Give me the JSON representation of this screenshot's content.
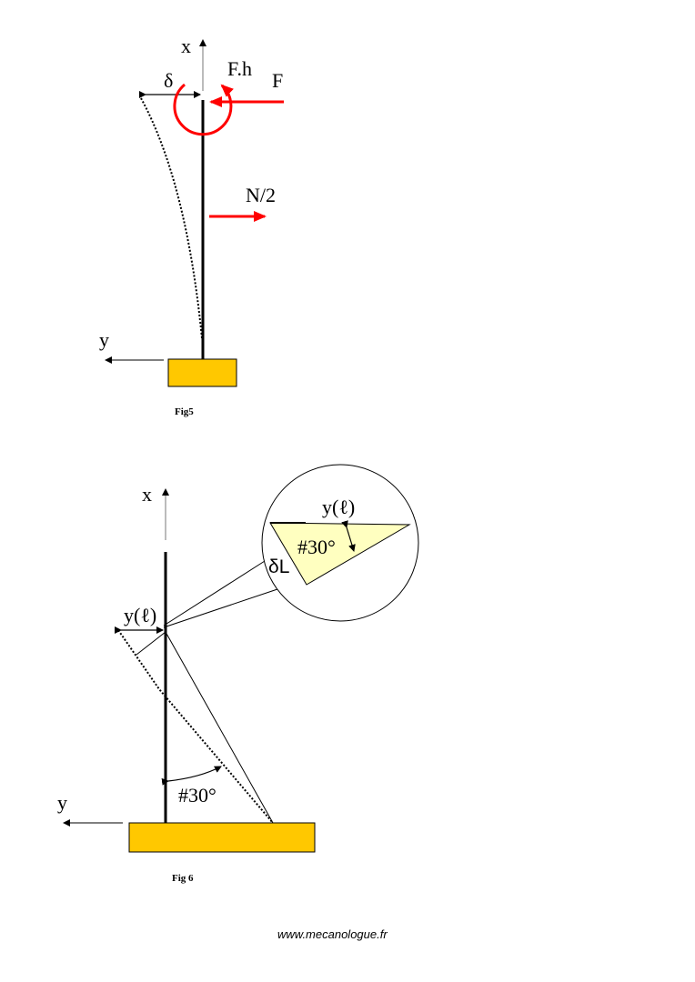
{
  "fig5": {
    "caption": "Fig5",
    "axis_x": "x",
    "axis_y": "y",
    "delta": "δ",
    "moment": "F.h",
    "force": "F",
    "reaction": "N/2"
  },
  "fig6": {
    "caption": "Fig 6",
    "axis_x": "x",
    "axis_y": "y",
    "deflection": "y(ℓ)",
    "angle": "#30°",
    "zoom_deflection": "y(ℓ)",
    "zoom_angle": "#30°",
    "zoom_delta_l": "δL"
  },
  "footer": {
    "url": "www.mecanologue.fr"
  },
  "colors": {
    "force": "#ff0000",
    "base": "#ffc800",
    "zoom_fill": "#ffffc0"
  }
}
